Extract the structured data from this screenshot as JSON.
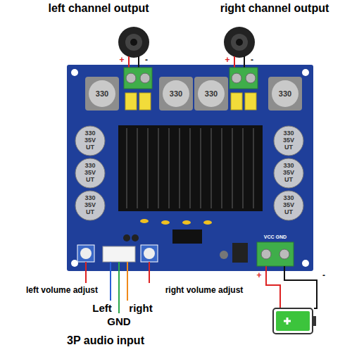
{
  "diagram": {
    "labels": [
      "left channel output",
      "right channel output",
      "330",
      "330",
      "330",
      "330",
      "330 35V UT",
      "330 35V UT",
      "330 35V UT",
      "330 35V UT",
      "330 35V UT",
      "330 35V UT",
      "+",
      "-",
      "+",
      "-",
      "VCC GND",
      "+",
      "-",
      "left volume adjust",
      "right volume adjust",
      "Left",
      "GND",
      "right",
      "3P audio input"
    ]
  }
}
